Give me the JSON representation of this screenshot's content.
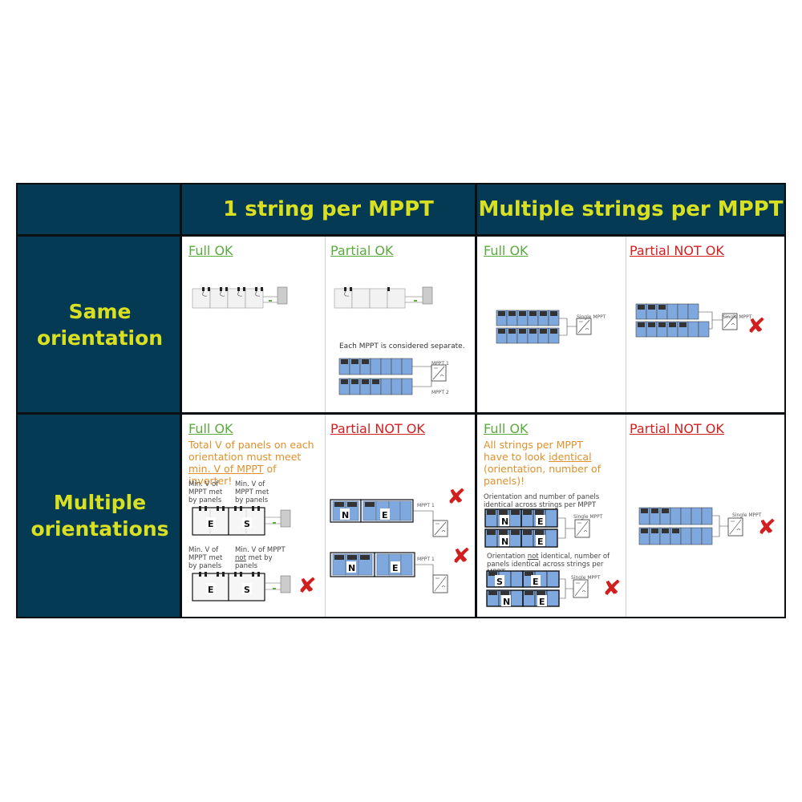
{
  "headers": {
    "col1": "1 string per MPPT",
    "col2": "Multiple strings per MPPT",
    "row1": "Same orientation",
    "row2": "Multiple orientations"
  },
  "cells": {
    "r1c1": {
      "title": "Full OK "
    },
    "r1c2": {
      "title": "Partial OK",
      "caption": "Each MPPT is considered separate.",
      "mppt1": "MPPT 1",
      "mppt2": "MPPT 2"
    },
    "r1c3": {
      "title": "Full OK",
      "inverter_label": "Single MPPT"
    },
    "r1c4": {
      "title": "Partial NOT OK",
      "inverter_label": "Single MPPT"
    },
    "r2c1": {
      "title": "Full OK",
      "note_part1": "Total V of panels on each orientation must meet ",
      "note_underline": "min. V of MPPT",
      "note_part2": " of inverter!",
      "label_a": "Min. V of MPPT met by panels",
      "label_b": "Min. V of MPPT met by panels",
      "label_c": "Min. V of MPPT met by panels",
      "label_d_1": "Min. V of MPPT ",
      "label_d_not": "not",
      "label_d_2": " met by panels"
    },
    "r2c2": {
      "title": "Partial NOT OK",
      "mppt1": "MPPT 1",
      "mppt2": "MPPT 1"
    },
    "r2c3": {
      "title": "Full OK",
      "note_part1": "All strings per MPPT have to look ",
      "note_underline": "identical",
      "note_part2": " (orientation, number of panels)!",
      "caption1": "Orientation and number of panels identical across strings per MPPT",
      "caption2_1": "Orientation ",
      "caption2_not": "not",
      "caption2_2": " identical, number of panels identical across strings per MPPT",
      "inverter_label": "Single MPPT"
    },
    "r2c4": {
      "title": "Partial NOT OK",
      "inverter_label": "Single MPPT"
    }
  },
  "orientation_letters": {
    "east": "E",
    "south": "S",
    "north": "N"
  },
  "colors": {
    "navy": "#053a54",
    "header_text": "#d9e021",
    "ok_green": "#5aaa3c",
    "not_ok_red": "#d11f1f",
    "note_orange": "#e0902c",
    "panel_blue": "#7fa8df"
  }
}
